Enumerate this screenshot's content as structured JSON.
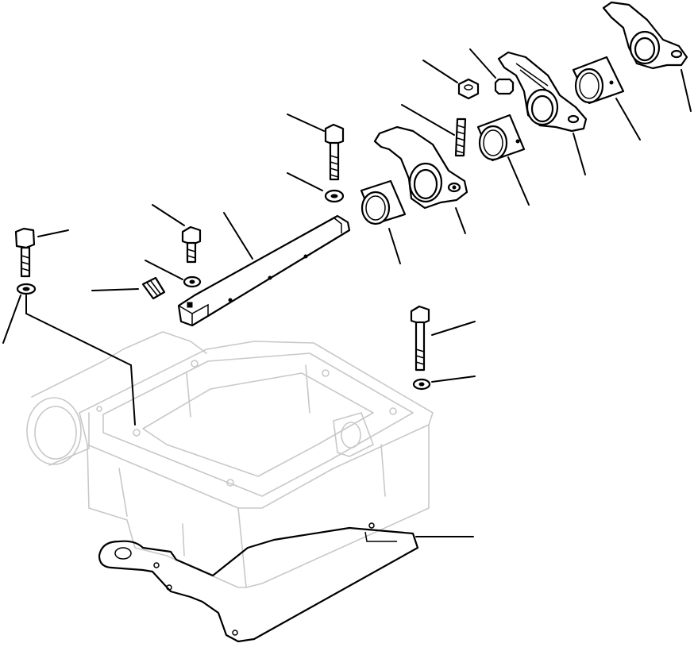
{
  "diagram": {
    "type": "exploded-parts-view",
    "colors": {
      "line": "#000000",
      "housing": "#c8c8c8",
      "background": "#ffffff"
    },
    "parts": [
      "bolt-left",
      "washer-left",
      "plug",
      "bolt-shaft-upper",
      "washer-shaft-upper",
      "rocker-shaft",
      "bolt-center",
      "washer-center",
      "stud",
      "nut",
      "cap",
      "rocker-arm-1",
      "bushing-1",
      "bushing-2",
      "rocker-arm-2",
      "bushing-3",
      "rocker-arm-3",
      "bolt-right",
      "washer-right",
      "housing",
      "gasket"
    ],
    "callout_count": 20
  }
}
